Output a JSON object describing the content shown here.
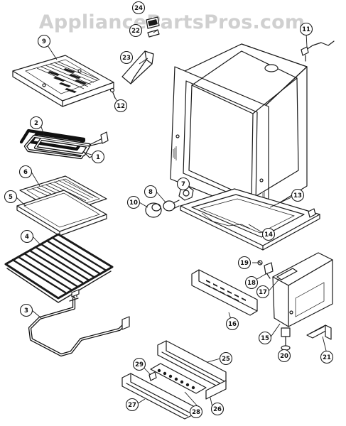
{
  "watermark": "AppliancePartsPros.com",
  "parts": [
    {
      "id": "1",
      "label": "1"
    },
    {
      "id": "2",
      "label": "2"
    },
    {
      "id": "3",
      "label": "3"
    },
    {
      "id": "4",
      "label": "4"
    },
    {
      "id": "5",
      "label": "5"
    },
    {
      "id": "6",
      "label": "6"
    },
    {
      "id": "7",
      "label": "7"
    },
    {
      "id": "8",
      "label": "8"
    },
    {
      "id": "9",
      "label": "9"
    },
    {
      "id": "10",
      "label": "10"
    },
    {
      "id": "11",
      "label": "11"
    },
    {
      "id": "12",
      "label": "12"
    },
    {
      "id": "13",
      "label": "13"
    },
    {
      "id": "14",
      "label": "14"
    },
    {
      "id": "15",
      "label": "15"
    },
    {
      "id": "16",
      "label": "16"
    },
    {
      "id": "17",
      "label": "17"
    },
    {
      "id": "18",
      "label": "18"
    },
    {
      "id": "19",
      "label": "19"
    },
    {
      "id": "20",
      "label": "20"
    },
    {
      "id": "21",
      "label": "21"
    },
    {
      "id": "22",
      "label": "22"
    },
    {
      "id": "23",
      "label": "23"
    },
    {
      "id": "24",
      "label": "24"
    },
    {
      "id": "25",
      "label": "25"
    },
    {
      "id": "26",
      "label": "26"
    },
    {
      "id": "27",
      "label": "27"
    },
    {
      "id": "28",
      "label": "28"
    },
    {
      "id": "29",
      "label": "29"
    }
  ]
}
